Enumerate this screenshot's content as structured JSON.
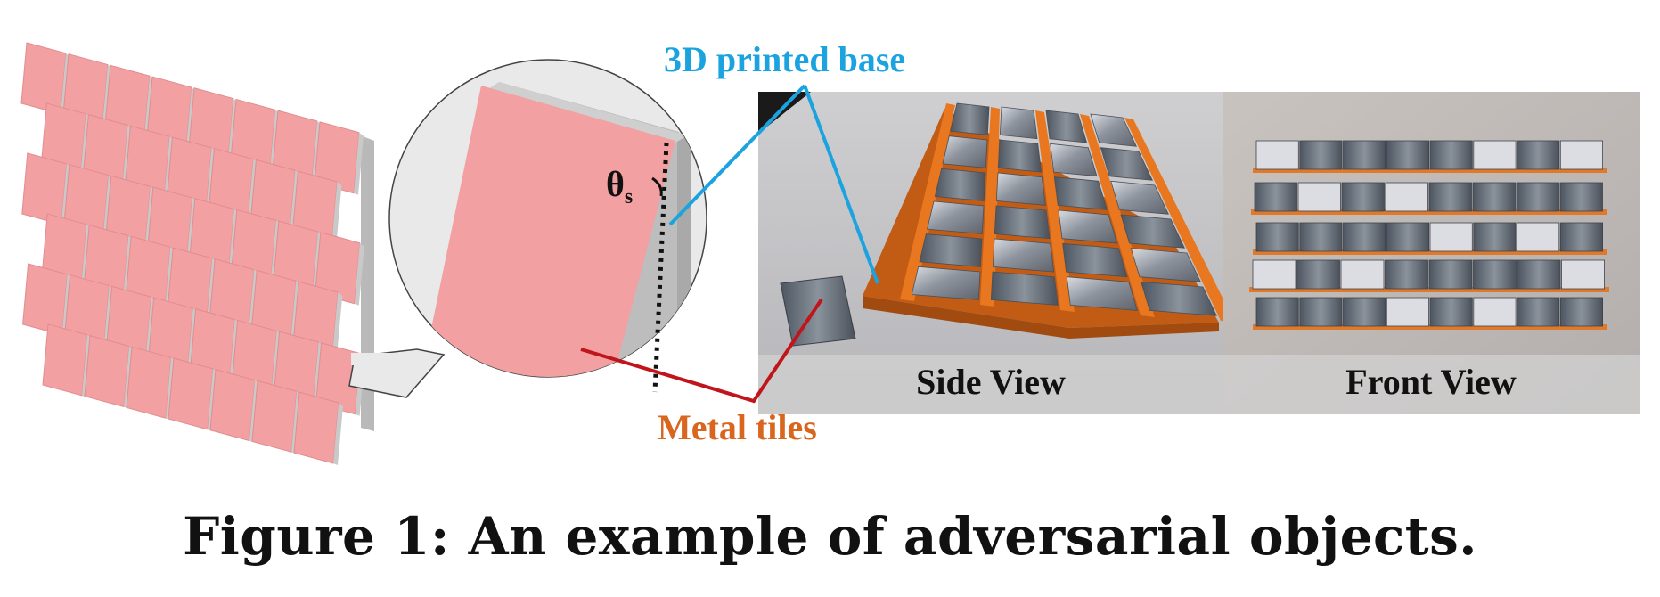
{
  "labels": {
    "base": "3D printed base",
    "tiles": "Metal tiles",
    "theta": "θ",
    "theta_sub": "s",
    "side_view": "Side View",
    "front_view": "Front View"
  },
  "caption": "Figure 1:  An example of adversarial objects.",
  "colors": {
    "tile_pink": "#f2a0a2",
    "wall_gray": "#b9b9b9",
    "base_label": "#1ba3e0",
    "tiles_label": "#d9661f",
    "base_orange": "#e8771f",
    "metal": "#8a8f99",
    "pointer_red": "#c0151b"
  }
}
